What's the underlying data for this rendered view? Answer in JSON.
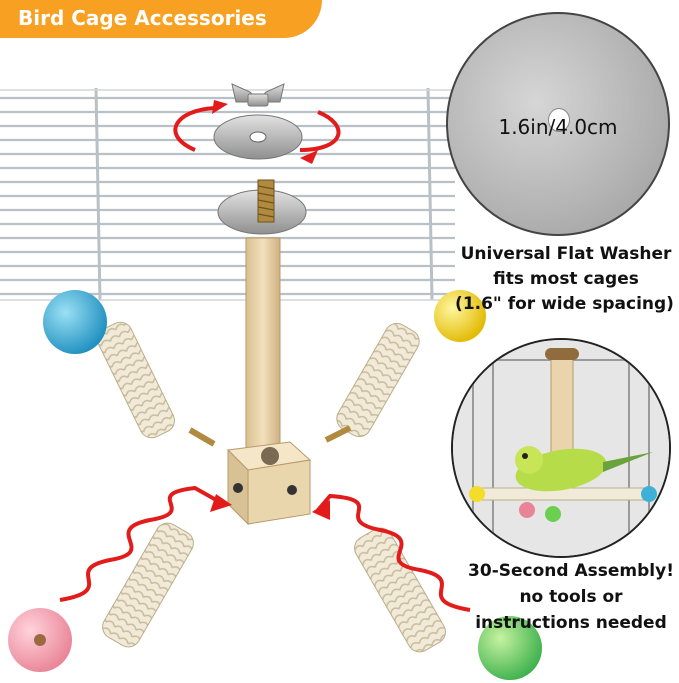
{
  "banner": {
    "title": "Bird Cage Accessories",
    "color": "#f7a021"
  },
  "washer": {
    "dimension": "1.6in/4.0cm"
  },
  "washer_note": {
    "line1": "Universal Flat Washer",
    "line2": "fits most cages",
    "line3": "(1.6\" for wide spacing)"
  },
  "assembly": {
    "line1": "30-Second Assembly!",
    "line2": "no tools or",
    "line3": "instructions needed"
  },
  "colors": {
    "arrow": "#e21b1b",
    "wood": "#e9d4ae",
    "rope": "#f1ead9",
    "ball_blue": "#3fb1d9",
    "ball_yellow": "#f3dd2a",
    "ball_pink": "#f2a6b3",
    "ball_green": "#6bcf52",
    "budgie": "#b7dc49"
  }
}
